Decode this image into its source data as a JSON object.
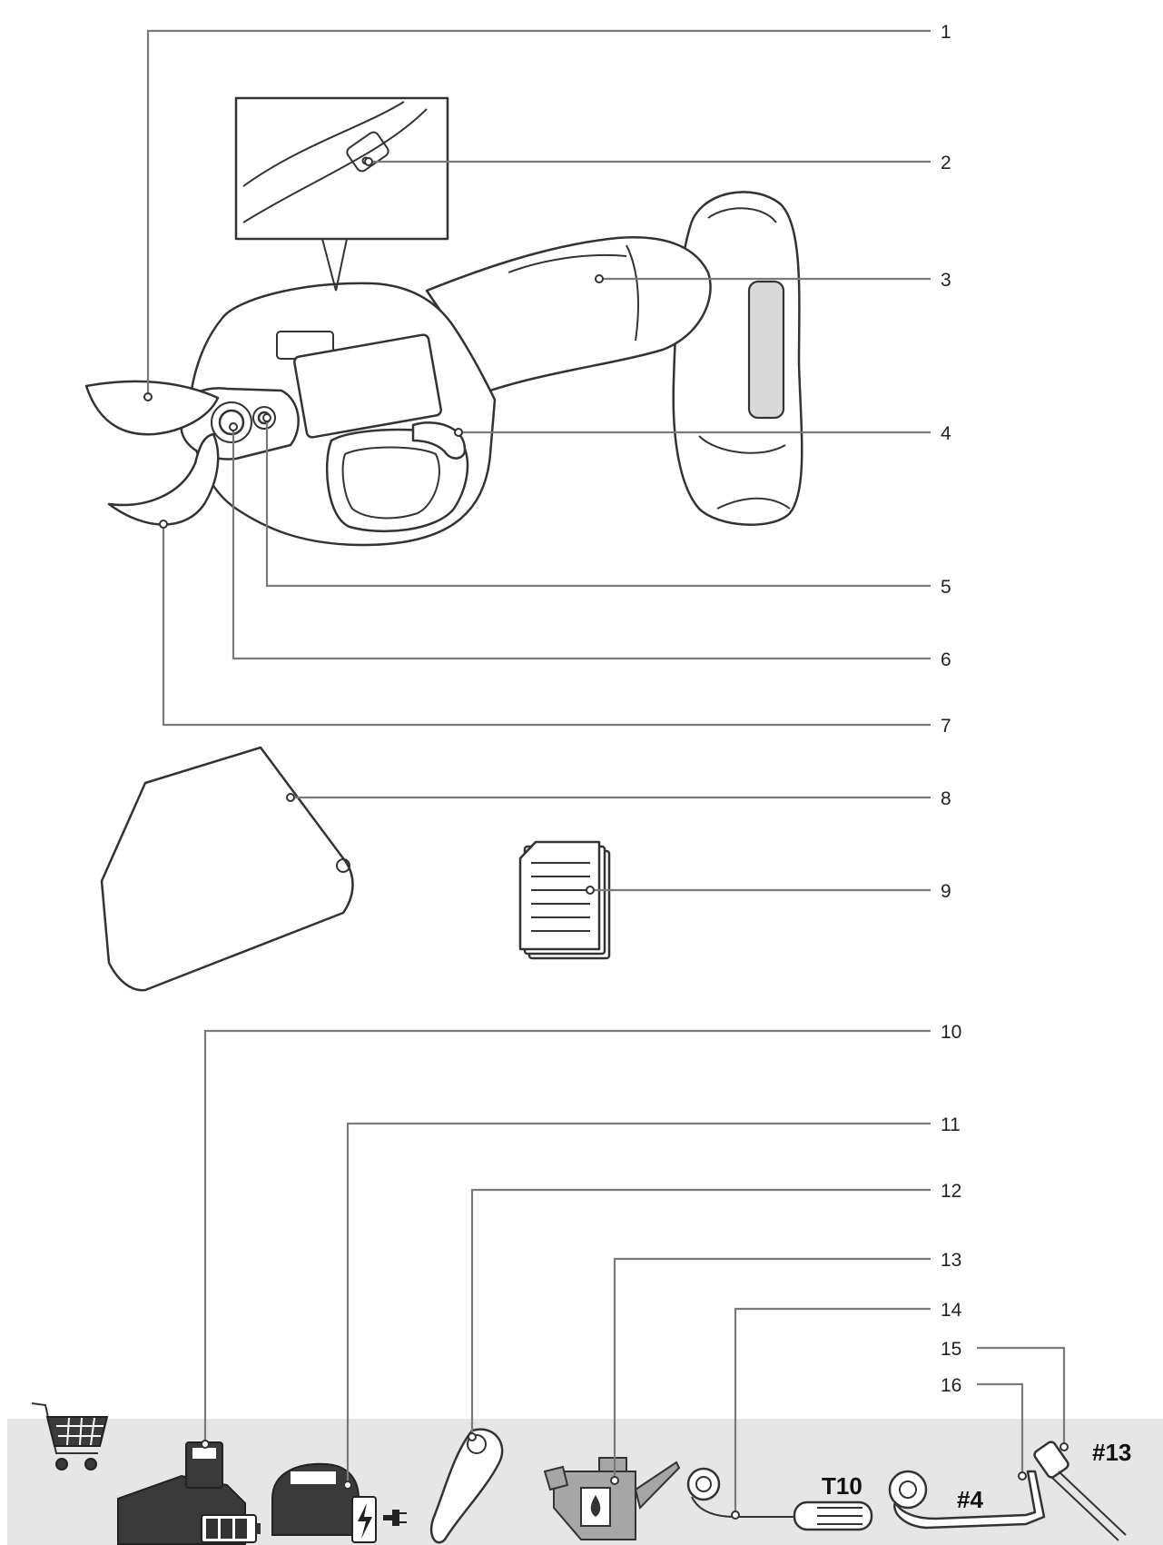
{
  "diagram": {
    "callouts": [
      "1",
      "2",
      "3",
      "4",
      "5",
      "6",
      "7",
      "8",
      "9",
      "10",
      "11",
      "12",
      "13",
      "14",
      "15",
      "16"
    ],
    "accessory_labels": {
      "torx_screwdriver": "T10",
      "hex_key": "#4",
      "socket_wrench": "#13"
    },
    "optional_band": {
      "icon": "shopping-cart-icon",
      "background": "#e6e6e6"
    },
    "colors": {
      "line_art": "#333333",
      "leader": "#7a7a7a",
      "band": "#e6e6e6",
      "oil_can": "#a6a6a6"
    }
  }
}
